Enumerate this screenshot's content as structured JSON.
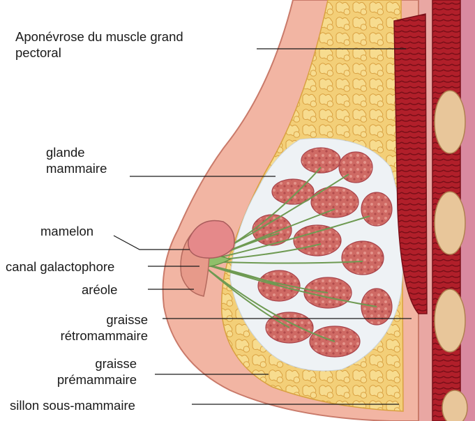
{
  "labels": {
    "aponevrose": [
      "Aponévrose du muscle grand",
      "pectoral"
    ],
    "glande": [
      "glande",
      "mammaire"
    ],
    "mamelon": "mamelon",
    "canal": "canal galactophore",
    "areole": "aréole",
    "graisse_retro": [
      "graisse",
      "rétromammaire"
    ],
    "graisse_pre": [
      "graisse",
      "prémammaire"
    ],
    "sillon": "sillon sous-mammaire"
  },
  "colors": {
    "skin": "#f2b5a3",
    "skin_edge": "#c97a6a",
    "fat": "#f3cf78",
    "fat_edge": "#d9a040",
    "gland": "#c9605e",
    "duct": "#6e9a52",
    "muscle": "#b0202a",
    "rib": "#e8c69a"
  }
}
